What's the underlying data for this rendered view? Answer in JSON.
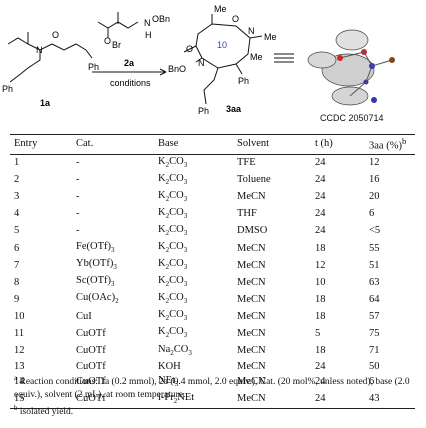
{
  "scheme": {
    "reagent_label": "2a",
    "conditions_label": "conditions",
    "reactant_label": "1a",
    "product_label": "3aa",
    "ring_size": "10",
    "ph": "Ph",
    "obn": "OBn",
    "bno": "BnO",
    "me": "Me",
    "br": "Br",
    "h": "H",
    "n_plus": "N",
    "o_minus": "O",
    "ring_n": "N",
    "ring_o": "O",
    "n_atom": "N",
    "o_atom": "O"
  },
  "ccdc": "CCDC 2050714",
  "headers": [
    "Entry",
    "Cat.",
    "Base",
    "Solvent",
    "t (h)",
    "3aa (%)"
  ],
  "rows": [
    {
      "entry": "1",
      "cat": "-",
      "base": "K2CO3",
      "solvent": "TFE",
      "t": "24",
      "yield": "12"
    },
    {
      "entry": "2",
      "cat": "-",
      "base": "K2CO3",
      "solvent": "Toluene",
      "t": "24",
      "yield": "16"
    },
    {
      "entry": "3",
      "cat": "-",
      "base": "K2CO3",
      "solvent": "MeCN",
      "t": "24",
      "yield": "20"
    },
    {
      "entry": "4",
      "cat": "-",
      "base": "K2CO3",
      "solvent": "THF",
      "t": "24",
      "yield": "6"
    },
    {
      "entry": "5",
      "cat": "-",
      "base": "K2CO3",
      "solvent": "DMSO",
      "t": "24",
      "yield": "<5"
    },
    {
      "entry": "6",
      "cat": "Fe(OTf)3",
      "base": "K2CO3",
      "solvent": "MeCN",
      "t": "18",
      "yield": "55"
    },
    {
      "entry": "7",
      "cat": "Yb(OTf)3",
      "base": "K2CO3",
      "solvent": "MeCN",
      "t": "12",
      "yield": "51"
    },
    {
      "entry": "8",
      "cat": "Sc(OTf)3",
      "base": "K2CO3",
      "solvent": "MeCN",
      "t": "10",
      "yield": "63"
    },
    {
      "entry": "9",
      "cat": "Cu(OAc)2",
      "base": "K2CO3",
      "solvent": "MeCN",
      "t": "18",
      "yield": "64"
    },
    {
      "entry": "10",
      "cat": "CuI",
      "base": "K2CO3",
      "solvent": "MeCN",
      "t": "18",
      "yield": "57"
    },
    {
      "entry": "11",
      "cat": "CuOTf",
      "base": "K2CO3",
      "solvent": "MeCN",
      "t": "5",
      "yield": "75"
    },
    {
      "entry": "12",
      "cat": "CuOTf",
      "base": "Na2CO3",
      "solvent": "MeCN",
      "t": "18",
      "yield": "71"
    },
    {
      "entry": "13",
      "cat": "CuOTf",
      "base": "KOH",
      "solvent": "MeCN",
      "t": "24",
      "yield": "50"
    },
    {
      "entry": "14",
      "cat": "CuOTf",
      "base": "NEt3",
      "solvent": "MeCN",
      "t": "24",
      "yield": "6"
    },
    {
      "entry": "15",
      "cat": "CuOTf",
      "base": "i-Pr2NEt",
      "solvent": "MeCN",
      "t": "24",
      "yield": "43"
    }
  ],
  "footnotes": {
    "a_mark": "a",
    "a_text": "Reaction conditions: 1a (0.2 mmol), 2a (0.4 mmol, 2.0 equiv.), Cat. (20 mol%, unless noted), base (2.0 equiv.), solvent (2 mL), at room temperature.",
    "b_mark": "b",
    "b_text": "isolated yield."
  }
}
